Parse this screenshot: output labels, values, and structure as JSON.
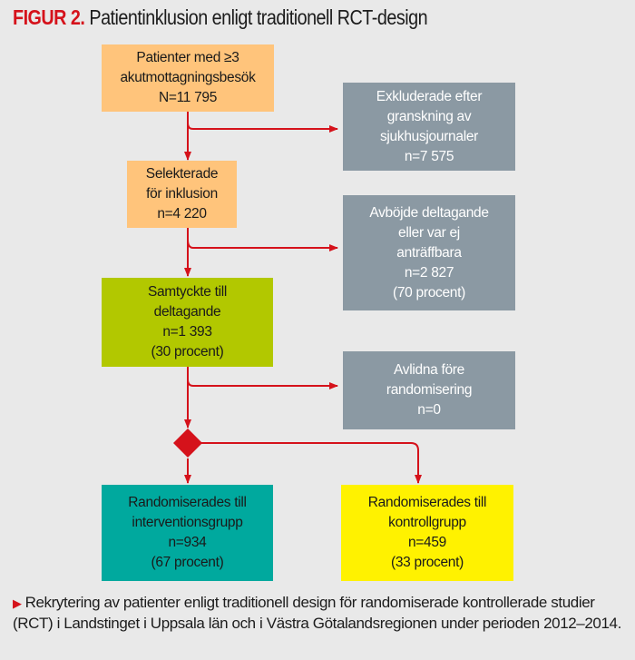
{
  "title": {
    "figure_label": "FIGUR 2.",
    "text": "Patientinklusion enligt traditionell RCT-design"
  },
  "colors": {
    "accent_red": "#d5121b",
    "orange_box": "#ffc47b",
    "green_box": "#b2c800",
    "grey_box": "#8b99a3",
    "teal_box": "#00a99e",
    "yellow_box": "#fff200",
    "background": "#e9e9e9"
  },
  "boxes": {
    "patients": {
      "lines": [
        "Patienter med ≥3",
        "akutmottagningsbesök",
        "N=11 795"
      ]
    },
    "excluded": {
      "lines": [
        "Exkluderade efter",
        "granskning av",
        "sjukhusjournaler",
        "n=7 575"
      ]
    },
    "selected": {
      "lines": [
        "Selekterade",
        "för inklusion",
        "n=4 220"
      ]
    },
    "declined": {
      "lines": [
        "Avböjde deltagande",
        "eller var ej",
        "anträffbara",
        "n=2 827",
        "(70 procent)"
      ]
    },
    "consented": {
      "lines": [
        "Samtyckte till",
        "deltagande",
        "n=1 393",
        "(30 procent)"
      ]
    },
    "deceased": {
      "lines": [
        "Avlidna före",
        "randomisering",
        "n=0"
      ]
    },
    "intervention": {
      "lines": [
        "Randomiserades till",
        "interventionsgrupp",
        "n=934",
        "(67 procent)"
      ]
    },
    "control": {
      "lines": [
        "Randomiserades till",
        "kontrollgrupp",
        "n=459",
        "(33 procent)"
      ]
    }
  },
  "caption": {
    "text": "Rekrytering av patienter enligt traditionell design för randomiserade kontrollerade studier (RCT) i Landstinget i Uppsala län och i Västra Götalandsregionen under perioden 2012–2014."
  }
}
